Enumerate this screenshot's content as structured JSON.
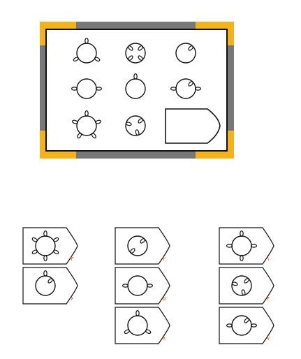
{
  "frame": {
    "border_color": "#787878",
    "corner_color": "#f4b21c"
  },
  "puzzle": {
    "cells": [
      {
        "id": "r1c1",
        "inside": 0,
        "outside": 3,
        "shape": "circle"
      },
      {
        "id": "r1c2",
        "inside": 4,
        "outside": 0,
        "shape": "circle"
      },
      {
        "id": "r1c3",
        "inside": 1,
        "outside": 0,
        "shape": "circle"
      },
      {
        "id": "r2c1",
        "inside": 0,
        "outside": 2,
        "shape": "circle"
      },
      {
        "id": "r2c2",
        "inside": 0,
        "outside": 1,
        "shape": "circle"
      },
      {
        "id": "r2c3",
        "inside": 1,
        "outside": 2,
        "shape": "circle"
      },
      {
        "id": "r3c1",
        "inside": 0,
        "outside": 5,
        "shape": "circle"
      },
      {
        "id": "r3c2",
        "inside": 3,
        "outside": 0,
        "shape": "circle"
      },
      {
        "id": "r3c3",
        "inside": 0,
        "outside": 0,
        "shape": "answer-slot"
      }
    ]
  },
  "options": [
    {
      "number": "۳",
      "inside": 0,
      "outside": 6
    },
    {
      "number": "۲",
      "inside": 2,
      "outside": 0
    },
    {
      "number": "۱",
      "inside": 0,
      "outside": 4
    },
    {
      "number": "۶",
      "inside": 1,
      "outside": 1
    },
    {
      "number": "۵",
      "inside": 0,
      "outside": 2
    },
    {
      "number": "۴",
      "inside": 3,
      "outside": 0
    },
    {
      "number": "۸",
      "inside": 0,
      "outside": 3
    },
    {
      "number": "۷",
      "inside": 1,
      "outside": 2
    }
  ]
}
